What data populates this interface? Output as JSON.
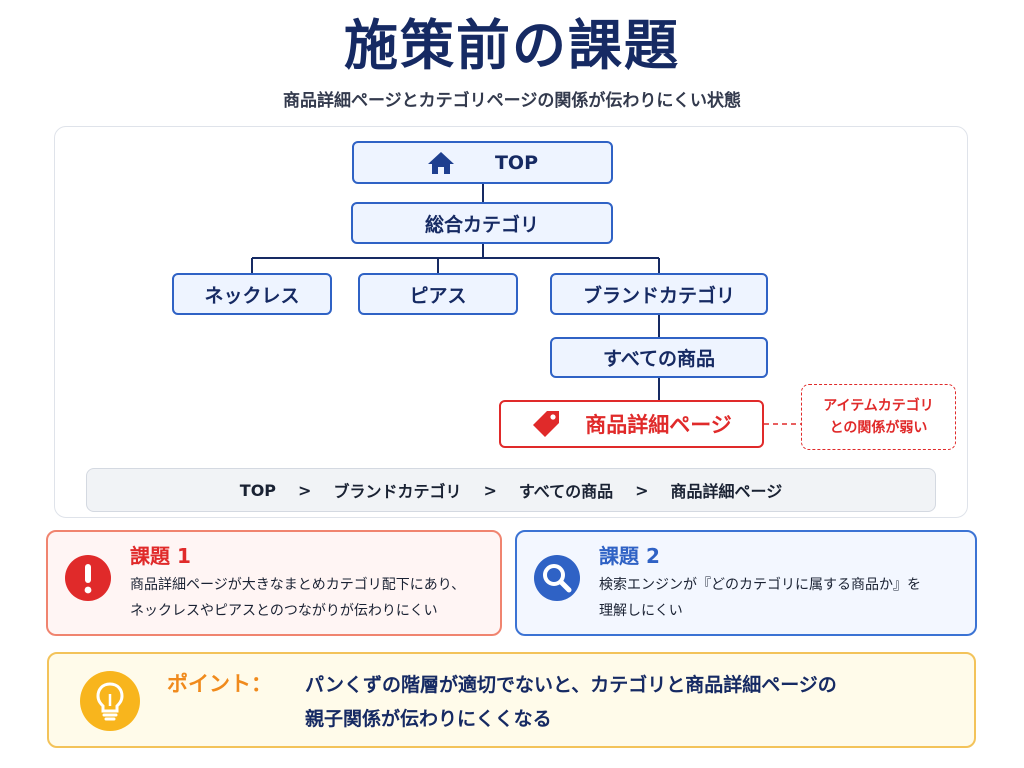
{
  "header": {
    "title": "施策前の課題",
    "subtitle": "商品詳細ページとカテゴリページの関係が伝わりにくい状態"
  },
  "tree": {
    "top": "TOP",
    "general_category": "総合カテゴリ",
    "necklace": "ネックレス",
    "pierce": "ピアス",
    "brand_category": "ブランドカテゴリ",
    "all_products": "すべての商品",
    "product_detail": "商品詳細ページ",
    "note_line1": "アイテムカテゴリ",
    "note_line2": "との関係が弱い"
  },
  "breadcrumb": {
    "items": [
      "TOP",
      "ブランドカテゴリ",
      "すべての商品",
      "商品詳細ページ"
    ],
    "separator": ">"
  },
  "issue1": {
    "title": "課題 1",
    "line1": "商品詳細ページが大きなまとめカテゴリ配下にあり、",
    "line2": "ネックレスやピアスとのつながりが伝わりにくい"
  },
  "issue2": {
    "title": "課題 2",
    "line1": "検索エンジンが『どのカテゴリに属する商品か』を",
    "line2": "理解しにくい"
  },
  "point": {
    "label": "ポイント：",
    "line1": "パンくずの階層が適切でないと、カテゴリと商品詳細ページの",
    "line2": "親子関係が伝わりにくくなる"
  },
  "colors": {
    "navy": "#162a63",
    "blue": "#2f62c5",
    "red": "#e02a2a",
    "orange": "#f08a1c",
    "yellow": "#f3c35a"
  },
  "icons": {
    "top": "home-icon",
    "detail": "tag-icon",
    "issue1": "exclamation-icon",
    "issue2": "search-icon",
    "point": "lightbulb-icon"
  }
}
